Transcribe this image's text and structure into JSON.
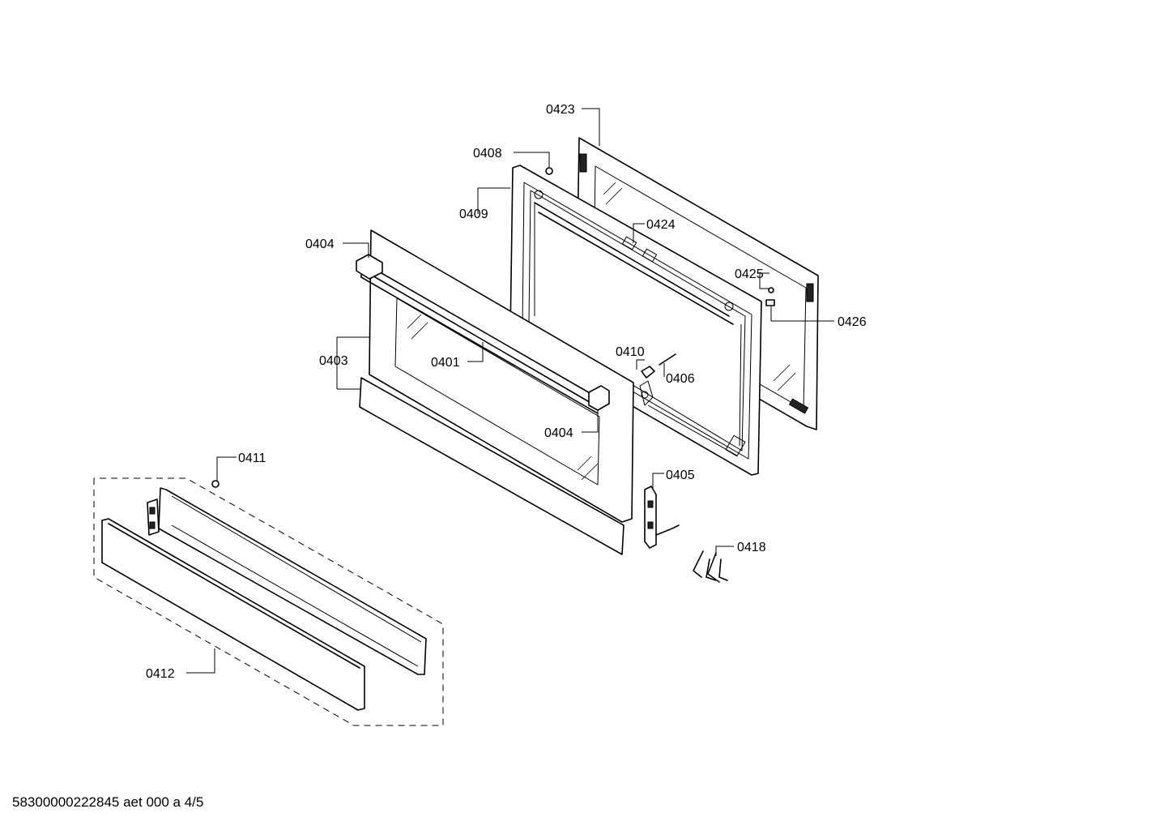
{
  "diagram": {
    "callouts": {
      "c0423": "0423",
      "c0408": "0408",
      "c0409": "0409",
      "c0424": "0424",
      "c0404a": "0404",
      "c0425": "0425",
      "c0426": "0426",
      "c0403": "0403",
      "c0401": "0401",
      "c0410": "0410",
      "c0406": "0406",
      "c0404b": "0404",
      "c0411": "0411",
      "c0405": "0405",
      "c0418": "0418",
      "c0412": "0412"
    }
  },
  "footer": {
    "text": "58300000222845 aet 000 a 4/5"
  }
}
